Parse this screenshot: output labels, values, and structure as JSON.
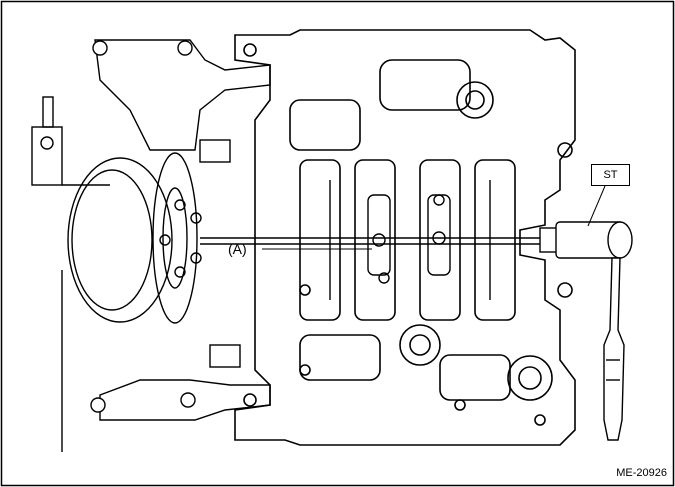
{
  "figure": {
    "callout_a": "(A)",
    "callout_st": "ST",
    "figure_code": "ME-20926"
  },
  "icons": [
    "engine-block-illustration",
    "crankshaft-icon",
    "ratchet-wrench-icon",
    "pulley-icon"
  ]
}
